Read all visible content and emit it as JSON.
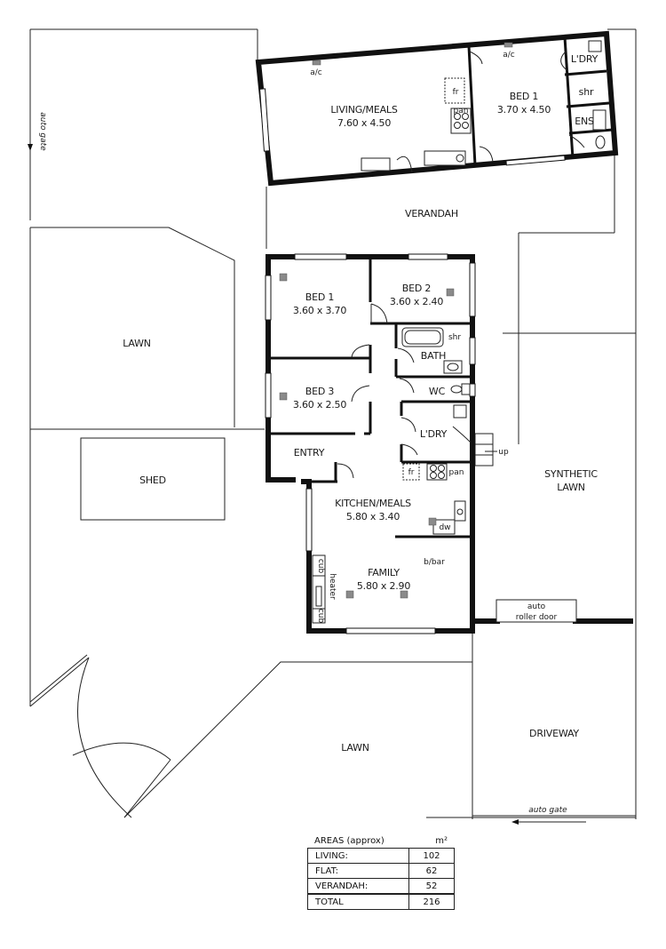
{
  "rooms": {
    "flat_living": {
      "name": "LIVING/MEALS",
      "size": "7.60 x 4.50"
    },
    "flat_bed": {
      "name": "BED 1",
      "size": "3.70 x 4.50"
    },
    "flat_ldry": "L'DRY",
    "flat_shr": "shr",
    "flat_ens": "ENS",
    "flat_ac1": "a/c",
    "flat_ac2": "a/c",
    "flat_fr": "fr",
    "flat_pan": "pan",
    "verandah": "VERANDAH",
    "bed1": {
      "name": "BED 1",
      "size": "3.60 x 3.70"
    },
    "bed2": {
      "name": "BED 2",
      "size": "3.60 x 2.40"
    },
    "bed3": {
      "name": "BED 3",
      "size": "3.60 x 2.50"
    },
    "shr": "shr",
    "bath": "BATH",
    "wc": "WC",
    "ldry": "L'DRY",
    "up": "up",
    "entry": "ENTRY",
    "fr": "fr",
    "pan": "pan",
    "kitchen": {
      "name": "KITCHEN/MEALS",
      "size": "5.80 x 3.40"
    },
    "dw": "dw",
    "bbar": "b/bar",
    "family": {
      "name": "FAMILY",
      "size": "5.80 x 2.90"
    },
    "cub_top": "cub",
    "cub_bottom": "cub",
    "heater": "heater"
  },
  "outdoor": {
    "auto_gate_left": "auto gate",
    "lawn_left": "LAWN",
    "shed": "SHED",
    "synthetic_lawn_line1": "SYNTHETIC",
    "synthetic_lawn_line2": "LAWN",
    "roller_line1": "auto",
    "roller_line2": "roller door",
    "lawn_front": "LAWN",
    "driveway": "DRIVEWAY",
    "auto_gate_bottom": "auto gate"
  },
  "areas": {
    "title": "AREAS (approx)",
    "unit": "m²",
    "rows": [
      {
        "label": "LIVING:",
        "value": "102"
      },
      {
        "label": "FLAT:",
        "value": "62"
      },
      {
        "label": "VERANDAH:",
        "value": "52"
      }
    ],
    "total": {
      "label": "TOTAL",
      "value": "216"
    }
  }
}
